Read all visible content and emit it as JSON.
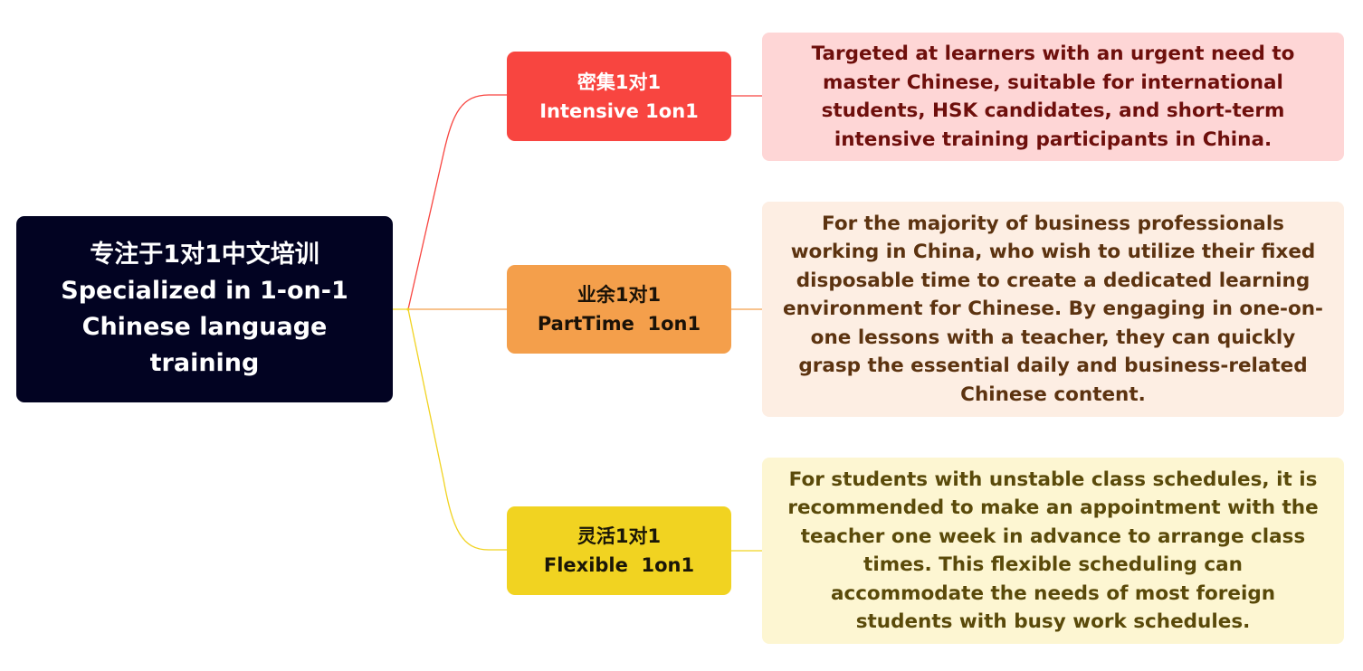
{
  "colors": {
    "root_bg": "#020322",
    "intensive": "#f84540",
    "parttime": "#f49f4b",
    "flexible": "#f1d321",
    "intensive_desc_bg": "#fed6d6",
    "parttime_desc_bg": "#fdeee3",
    "flexible_desc_bg": "#fdf6d2"
  },
  "root": {
    "lines": [
      "专注于1对1中文培训",
      "Specialized in 1-on-1",
      "Chinese language",
      "training"
    ]
  },
  "branches": [
    {
      "title_zh": "密集1对1",
      "title_en": "Intensive 1on1",
      "description_lines": [
        "Targeted at learners with an urgent need to",
        "master Chinese, suitable for international",
        "students, HSK candidates, and short-term",
        "intensive training participants in China."
      ]
    },
    {
      "title_zh": "业余1对1",
      "title_en": "PartTime  1on1",
      "description_lines": [
        "For the majority of business professionals",
        "working in China, who wish to utilize their fixed",
        "disposable time to create a dedicated learning",
        "environment for Chinese. By engaging in one-on-",
        "one lessons with a teacher, they can quickly",
        "grasp the essential daily and business-related",
        "Chinese content."
      ]
    },
    {
      "title_zh": "灵活1对1",
      "title_en": "Flexible  1on1",
      "description_lines": [
        "For students with unstable class schedules, it is",
        "recommended to make an appointment with the",
        "teacher one week in advance to arrange class",
        "times. This flexible scheduling can",
        "accommodate the needs of most foreign",
        "students with busy work schedules."
      ]
    }
  ]
}
